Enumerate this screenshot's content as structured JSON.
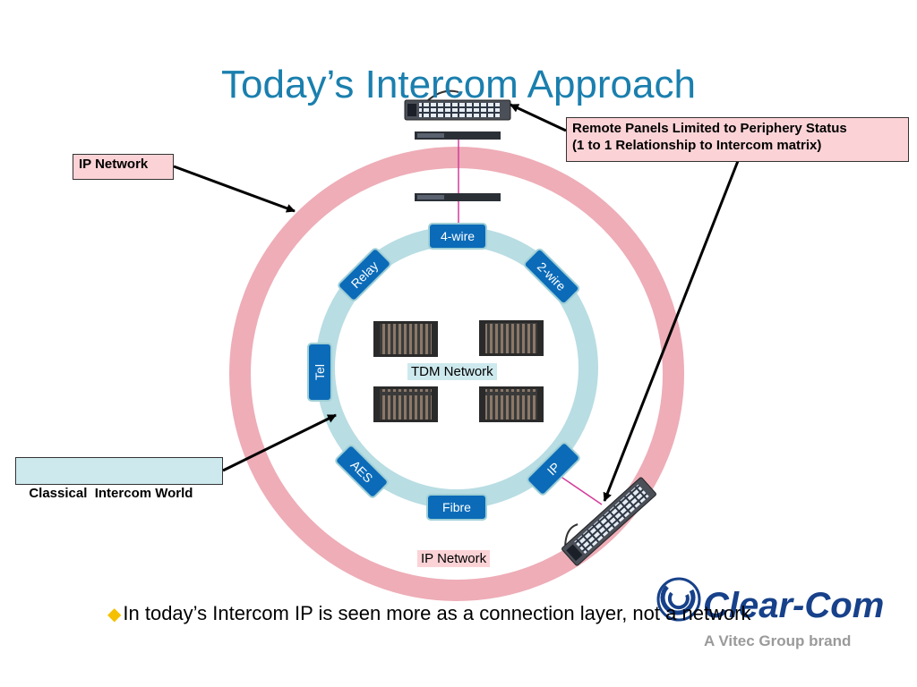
{
  "title": "Today’s Intercom Approach",
  "callouts": {
    "ip_network_top": "IP Network",
    "remote_panels_line1": "Remote Panels Limited to Periphery Status",
    "remote_panels_line2": "(1 to 1 Relationship to Intercom matrix)",
    "classical_world": "Classical  Intercom World"
  },
  "inner_ring_tags": {
    "four_wire": "4-wire",
    "two_wire": "2-wire",
    "relay": "Relay",
    "tel": "Tel",
    "aes": "AES",
    "ip": "IP",
    "fibre": "Fibre"
  },
  "center_label": "TDM Network",
  "ip_network_bottom": "IP Network",
  "footer": {
    "bullet_text": "In today’s Intercom IP is seen more as a connection layer, not a network"
  },
  "brand": {
    "name": "Clear-Com",
    "tagline": "A Vitec Group brand"
  },
  "colors": {
    "title": "#1a7fae",
    "outer_ring": "#eeadb7",
    "inner_ring": "#b8dde3",
    "tag_fill": "#0b6bb8",
    "callout_pink": "#fbd3d6",
    "callout_teal": "#cde9ee",
    "link_line": "#d43b9a",
    "brand_blue": "#17418a"
  },
  "icons": [
    "intercom-matrix-icon",
    "remote-panel-icon",
    "rack-unit-icon",
    "bullet-diamond-icon",
    "clear-com-logo-icon"
  ]
}
